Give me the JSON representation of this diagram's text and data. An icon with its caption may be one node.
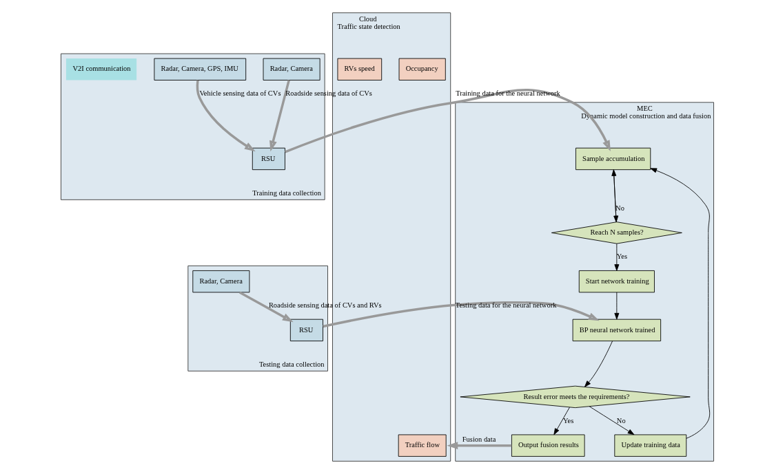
{
  "diagram": {
    "nodes": [
      {
        "text": [
          "Training data collection"
        ]
      },
      {
        "text": [
          "Radar, Camera"
        ],
        "in": 0
      },
      {
        "text": [
          "Radar, Camera, GPS, IMU"
        ],
        "in": 0
      },
      {
        "text": [
          "RSU"
        ],
        "in": 0
      },
      {
        "text": [
          "V2I communication"
        ],
        "in": 0
      },
      {
        "text": [
          "Testing data collection"
        ]
      },
      {
        "text": [
          "Radar, Camera"
        ],
        "in": 5
      },
      {
        "text": [
          "RSU"
        ],
        "in": 5
      },
      {
        "text": [
          "Cloud",
          "Traffic state detection"
        ]
      },
      {
        "text": [
          "Traffic flow"
        ],
        "in": 8
      },
      {
        "text": [
          "Occupancy"
        ],
        "in": 8
      },
      {
        "text": [
          "RVs speed"
        ],
        "in": 8
      },
      {
        "text": [
          "MEC",
          "Dynamic model construction and data fusion"
        ]
      },
      {
        "text": [
          "Sample accumulation"
        ],
        "in": 12
      },
      {
        "text": [
          "Reach N samples?"
        ],
        "in": 12
      },
      {
        "text": [
          "Start network training"
        ],
        "in": 12
      },
      {
        "text": [
          "BP neural network trained"
        ],
        "in": 12
      },
      {
        "text": [
          "Result error meets the requirements?"
        ],
        "in": 12
      },
      {
        "text": [
          "Output fusion results"
        ],
        "in": 12
      },
      {
        "text": [
          "Update training data"
        ],
        "in": 12
      }
    ],
    "edges": [
      {
        "from": 1,
        "to": 3,
        "arrow": "to",
        "label": "Roadside sensing data of CVs",
        "style": "thick",
        "color": "#999999"
      },
      {
        "from": 2,
        "to": 3,
        "arrow": "to",
        "label": "Vehicle sensing data of CVs",
        "style": "thick",
        "color": "#999999"
      },
      {
        "from": 3,
        "to": 13,
        "arrow": "to",
        "label": "Training data for the neural network",
        "style": "thick",
        "color": "#999999"
      },
      {
        "from": 6,
        "to": 7,
        "arrow": "to",
        "label": "Roadside sensing data of CVs and RVs",
        "style": "thick",
        "color": "#999999"
      },
      {
        "from": 7,
        "to": 16,
        "arrow": "to",
        "label": "Testing data for the neural network",
        "style": "thick",
        "color": "#999999"
      },
      {
        "from": 13,
        "to": 14,
        "arrow": "to"
      },
      {
        "from": 14,
        "to": 13,
        "arrow": "to",
        "label": "No"
      },
      {
        "from": 14,
        "to": 15,
        "arrow": "to",
        "label": "Yes"
      },
      {
        "from": 15,
        "to": 16,
        "arrow": "to"
      },
      {
        "from": 16,
        "to": 17,
        "arrow": "to"
      },
      {
        "from": 17,
        "to": 19,
        "arrow": "to",
        "label": "No"
      },
      {
        "from": 19,
        "to": 13,
        "arrow": "to"
      },
      {
        "from": 17,
        "to": 18,
        "arrow": "to",
        "label": "Yes"
      },
      {
        "from": 18,
        "to": 8,
        "arrow": "to",
        "label": "Fusion data",
        "style": "thick",
        "color": "#999999"
      }
    ]
  }
}
